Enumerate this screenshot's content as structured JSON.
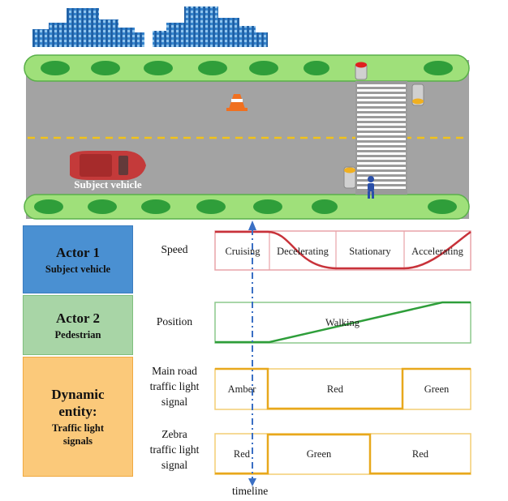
{
  "road": {
    "vehicle_label": "Subject vehicle"
  },
  "actors": [
    {
      "title": "Actor 1",
      "subtitle": "Subject vehicle",
      "fill": "#4a90d2",
      "border": "#3a7cc0"
    },
    {
      "title": "Actor 2",
      "subtitle": "Pedestrian",
      "fill": "#a8d5a6",
      "border": "#7fbf7d"
    },
    {
      "title": "Dynamic entity:",
      "subtitle": "Traffic light signals",
      "fill": "#fbc97a",
      "border": "#f0a941"
    }
  ],
  "rows": {
    "speed": {
      "label": "Speed",
      "phases": [
        "Cruising",
        "Decelerating",
        "Stationary",
        "Accelerating"
      ],
      "color": "#c8323a",
      "box_color": "#e8a4a8"
    },
    "position": {
      "label": "Position",
      "phases": [
        "Walking"
      ],
      "color": "#2e9e3a",
      "box_color": "#8cc98c"
    },
    "main_light": {
      "label_lines": [
        "Main road",
        "traffic light",
        "signal"
      ],
      "phases": [
        "Amber",
        "Red",
        "Green"
      ],
      "color": "#e8a81c",
      "box_color": "#f3cd73"
    },
    "zebra_light": {
      "label_lines": [
        "Zebra",
        "traffic light",
        "signal"
      ],
      "phases": [
        "Red",
        "Green",
        "Red"
      ],
      "color": "#e8a81c",
      "box_color": "#f3cd73"
    }
  },
  "timeline": {
    "label": "timeline",
    "color": "#3a6fc4"
  }
}
